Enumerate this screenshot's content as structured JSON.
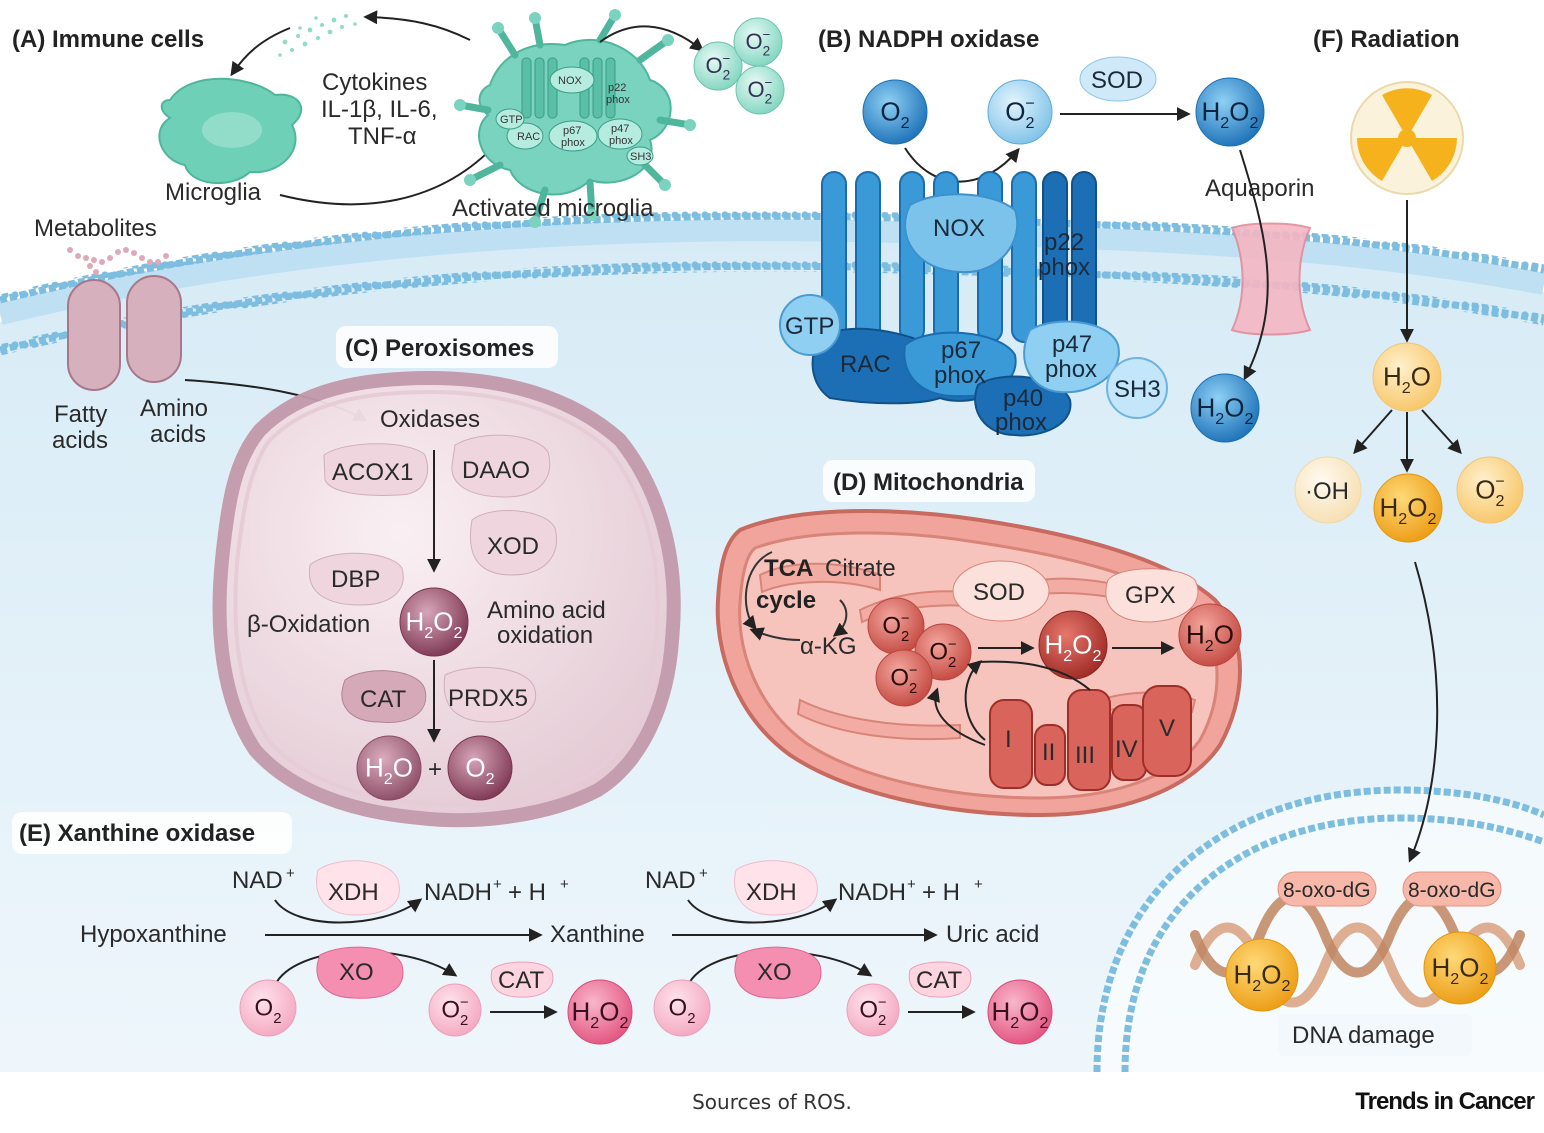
{
  "panels": {
    "a": "(A) Immune cells",
    "b": "(B) NADPH oxidase",
    "c": "(C) Peroxisomes",
    "d": "(D) Mitochondria",
    "e": "(E) Xanthine oxidase",
    "f": "(F) Radiation"
  },
  "immune": {
    "cytokines": [
      "Cytokines",
      "IL-1β, IL-6,",
      "TNF-α"
    ],
    "microglia": "Microglia",
    "activated": "Activated microglia",
    "nox": "NOX",
    "p22": "p22",
    "phox": "phox",
    "gtp": "GTP",
    "rac": "RAC",
    "p67": "p67",
    "p47": "p47",
    "sh3": "SH3"
  },
  "membrane": {
    "metabolites": "Metabolites",
    "fatty": [
      "Fatty",
      "acids"
    ],
    "amino": [
      "Amino",
      "acids"
    ]
  },
  "nadph": {
    "o2": "O",
    "sod": "SOD",
    "h2o2": "H",
    "aquaporin": "Aquaporin",
    "nox": "NOX",
    "p22": [
      "p22",
      "phox"
    ],
    "gtp": "GTP",
    "rac": "RAC",
    "p67": [
      "p67",
      "phox"
    ],
    "p47": [
      "p47",
      "phox"
    ],
    "p40": [
      "p40",
      "phox"
    ],
    "sh3": "SH3"
  },
  "perox": {
    "oxidases": "Oxidases",
    "acox1": "ACOX1",
    "daao": "DAAO",
    "xod": "XOD",
    "dbp": "DBP",
    "beta": "β-Oxidation",
    "amino_ox": [
      "Amino acid",
      "oxidation"
    ],
    "cat": "CAT",
    "prdx5": "PRDX5",
    "plus": "+"
  },
  "mito": {
    "tca": [
      "TCA",
      "cycle"
    ],
    "citrate": "Citrate",
    "akg": "α-KG",
    "sod": "SOD",
    "gpx": "GPX",
    "complexes": [
      "I",
      "II",
      "III",
      "IV",
      "V"
    ]
  },
  "xanthine": {
    "nad": "NAD",
    "xdh": "XDH",
    "nadh": "NADH",
    "plus_h": "+ H",
    "hypoxanthine": "Hypoxanthine",
    "xanthine": "Xanthine",
    "uric": "Uric acid",
    "xo": "XO",
    "cat": "CAT"
  },
  "radiation": {
    "oh": "·OH",
    "oxo": "8-oxo-dG",
    "dna": "DNA damage"
  },
  "chem": {
    "O": "O",
    "H": "H",
    "two": "2",
    "minus": "−",
    "plus": "+"
  },
  "caption": "Sources of ROS.",
  "brand": "Trends in Cancer",
  "colors": {
    "membrane": "#a9d3ea",
    "cytosol": "#e4f1f9",
    "teal": "#7fd4bf",
    "blue": "#1f7fc4",
    "perox": "#c9a0b0",
    "mito": "#e0857c",
    "pink": "#f48fb1",
    "orange": "#f5b21c"
  }
}
